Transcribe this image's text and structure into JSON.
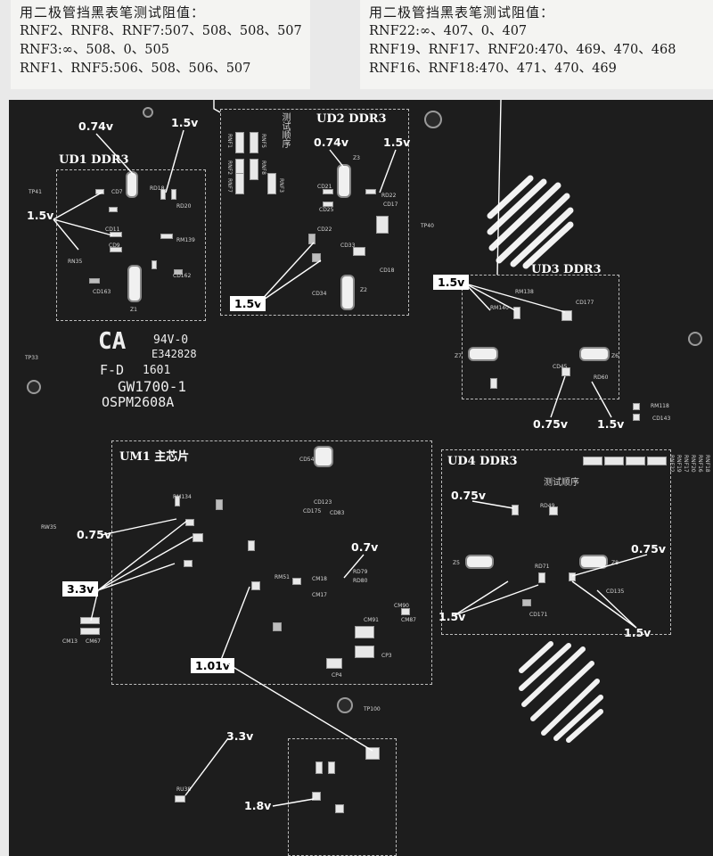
{
  "notes": {
    "left": {
      "heading": "用二极管挡黑表笔测试阻值：",
      "lines": [
        "RNF2、RNF8、RNF7:507、508、508、507",
        "RNF3:∞、508、0、505",
        "RNF1、RNF5:506、508、506、507"
      ]
    },
    "right": {
      "heading": "用二极管挡黑表笔测试阻值：",
      "lines": [
        "RNF22:∞、407、0、407",
        "RNF19、RNF17、RNF20:470、469、470、468",
        "RNF16、RNF18:470、471、470、469"
      ]
    }
  },
  "zones": {
    "ud1": "UD1  DDR3",
    "ud2": "UD2  DDR3",
    "ud3": "UD3  DDR3",
    "ud4": "UD4  DDR3",
    "um1": "UM1  主芯片",
    "test_ud2": "测试顺序",
    "test_ud4": "测试顺序"
  },
  "voltages": {
    "ud1_top": "0.74v",
    "ud1_top2": "1.5v",
    "ud1_left": "1.5v",
    "ud2_top": "0.74v",
    "ud2_top2": "1.5v",
    "ud2_bottom": "1.5v",
    "ud3_left": "1.5v",
    "ud3_bottom1": "0.75v",
    "ud3_bottom2": "1.5v",
    "ud4_top": "0.75v",
    "ud4_right": "0.75v",
    "ud4_bottom1": "1.5v",
    "ud4_bottom2": "1.5v",
    "um1_left": "0.75v",
    "um1_33": "3.3v",
    "um1_07": "0.7v",
    "um1_101": "1.01v",
    "bottom_33": "3.3v",
    "bottom_18": "1.8v"
  },
  "markings": {
    "logo": "CA",
    "ul": "94V-0",
    "file": "E342828",
    "fd": "F-D",
    "fd2": "1601",
    "model": "GW1700-1",
    "part": "OSPM2608A"
  },
  "silk": {
    "rd18": "RD18",
    "rd20": "RD20",
    "cd11": "CD11",
    "cd9": "CD9",
    "cd07": "CD7",
    "rn35": "RN35",
    "cd163": "CD163",
    "cd162": "CD162",
    "rm139": "RM139",
    "z1": "Z1",
    "rnf1": "RNF1",
    "rnf5": "RNF5",
    "rnf2": "RNF2",
    "rnf8": "RNF8",
    "rnf7": "RNF7",
    "rnf3": "RNF3",
    "cd21": "CD21",
    "cd25": "CD25",
    "cd22": "CD22",
    "cd33": "CD33",
    "cd34": "CD34",
    "cd18": "CD18",
    "rd22": "RD22",
    "cd17": "CD17",
    "z3": "Z3",
    "z2": "Z2",
    "tp40": "TP40",
    "rm138": "RM138",
    "rm140": "RM140",
    "cd177": "CD177",
    "cd45": "CD45",
    "rd60": "RD60",
    "z7": "Z7",
    "z6": "Z6",
    "rm118": "RM118",
    "cd143": "CD143",
    "rd49": "RD49",
    "rd71": "RD71",
    "cd135": "CD135",
    "cd171": "CD171",
    "z5": "Z5",
    "z8": "Z8",
    "rnf22": "RNF22",
    "rnf19": "RNF19",
    "rnf17": "RNF17",
    "rnf20": "RNF20",
    "rnf16": "RNF16",
    "rnf18": "RNF18",
    "cd54": "CD54",
    "cd123": "CD123",
    "cd175": "CD175",
    "cd83": "CD83",
    "rm134": "RM134",
    "cm91": "CM91",
    "cm90": "CM90",
    "cm87": "CM87",
    "cp3": "CP3",
    "cp4": "CP4",
    "rd79": "RD79",
    "rd80": "RD80",
    "rm51": "RM51",
    "cm18": "CM18",
    "cm17": "CM17",
    "rw35": "RW35",
    "cm67": "CM67",
    "cm13": "CM13",
    "tp100": "TP100",
    "ru38": "RU38",
    "tp33": "TP33",
    "tp41": "TP41"
  }
}
